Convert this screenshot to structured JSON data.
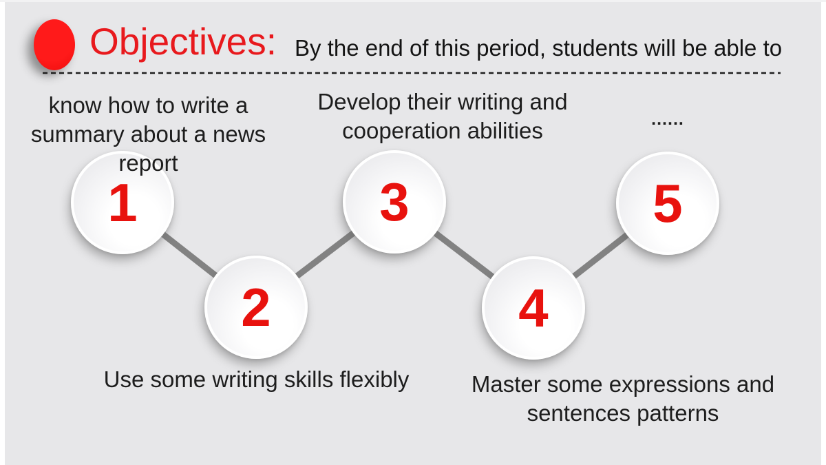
{
  "slide": {
    "header": {
      "bullet_icon": "red-dot",
      "title": "Objectives:",
      "subtitle": "By the end of this period, students will be able to"
    },
    "divider_style": "black-dashed-line",
    "steps": [
      {
        "number": "1",
        "label": "know how to write a\nsummary about a news\nreport",
        "row": "top"
      },
      {
        "number": "2",
        "label": "Use some writing skills flexibly",
        "row": "bottom"
      },
      {
        "number": "3",
        "label": "Develop their writing and\ncooperation abilities",
        "row": "top"
      },
      {
        "number": "4",
        "label": "Master some expressions and\nsentences patterns",
        "row": "bottom"
      },
      {
        "number": "5",
        "label": "......",
        "row": "top"
      }
    ],
    "colors": {
      "background": "#e7e7e9",
      "bullet_red": "#ee0c0c",
      "title_red": "#e8191d",
      "number_red": "#e8120e",
      "connector_gray": "#828282",
      "text_black": "#1d1d1d"
    }
  }
}
